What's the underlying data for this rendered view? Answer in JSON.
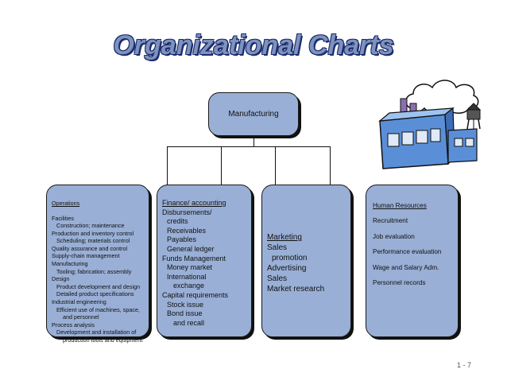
{
  "title": "Organizational Charts",
  "root": "Manufacturing",
  "operations": {
    "heading": "Operations",
    "lines": [
      {
        "text": "Facilities",
        "indent": 0
      },
      {
        "text": "Construction; maintenance",
        "indent": 1
      },
      {
        "text": "Production and inventory control",
        "indent": 0
      },
      {
        "text": "Scheduling; materials control",
        "indent": 1
      },
      {
        "text": "Quality assurance and control",
        "indent": 0
      },
      {
        "text": "Supply-chain management",
        "indent": 0
      },
      {
        "text": "Manufacturing",
        "indent": 0
      },
      {
        "text": "Tooling; fabrication; assembly",
        "indent": 1
      },
      {
        "text": "Design",
        "indent": 0
      },
      {
        "text": "Product development and design",
        "indent": 1
      },
      {
        "text": "Detailed product specifications",
        "indent": 1
      },
      {
        "text": "Industrial engineering",
        "indent": 0
      },
      {
        "text": "Efficient use of machines, space,",
        "indent": 1
      },
      {
        "text": "and personnel",
        "indent": 2
      },
      {
        "text": "Process analysis",
        "indent": 0
      },
      {
        "text": "Development and installation of",
        "indent": 1
      },
      {
        "text": "production tools and equipment",
        "indent": 2
      }
    ]
  },
  "finance": {
    "heading": "Finance/ accounting",
    "lines": [
      {
        "text": "Disbursements/",
        "indent": 0
      },
      {
        "text": "credits",
        "indent": 1
      },
      {
        "text": "Receivables",
        "indent": 1
      },
      {
        "text": "Payables",
        "indent": 1
      },
      {
        "text": "General ledger",
        "indent": 1
      },
      {
        "text": "Funds Management",
        "indent": 0
      },
      {
        "text": "Money market",
        "indent": 1
      },
      {
        "text": "International",
        "indent": 1
      },
      {
        "text": "exchange",
        "indent": 2
      },
      {
        "text": "Capital requirements",
        "indent": 0
      },
      {
        "text": "Stock issue",
        "indent": 1
      },
      {
        "text": "Bond issue",
        "indent": 1
      },
      {
        "text": "and recall",
        "indent": 2
      }
    ]
  },
  "marketing": {
    "heading": "Marketing",
    "lines": [
      {
        "text": "Sales",
        "indent": 0
      },
      {
        "text": "promotion",
        "indent": 1
      },
      {
        "text": "Advertising",
        "indent": 0
      },
      {
        "text": "Sales",
        "indent": 0
      },
      {
        "text": "Market research",
        "indent": 0
      }
    ]
  },
  "hr": {
    "heading": "Human Resources",
    "items": [
      "Recruitment",
      "Job evaluation",
      "Performance evaluation",
      "Wage and Salary Adm.",
      "Personnel records"
    ]
  },
  "page_number": "1 - 7",
  "icons": {
    "clip_art": "factory-icon"
  },
  "colors": {
    "box_fill": "#99afd6",
    "title": "#7b93bd",
    "title_outline": "#1e2a6e"
  }
}
